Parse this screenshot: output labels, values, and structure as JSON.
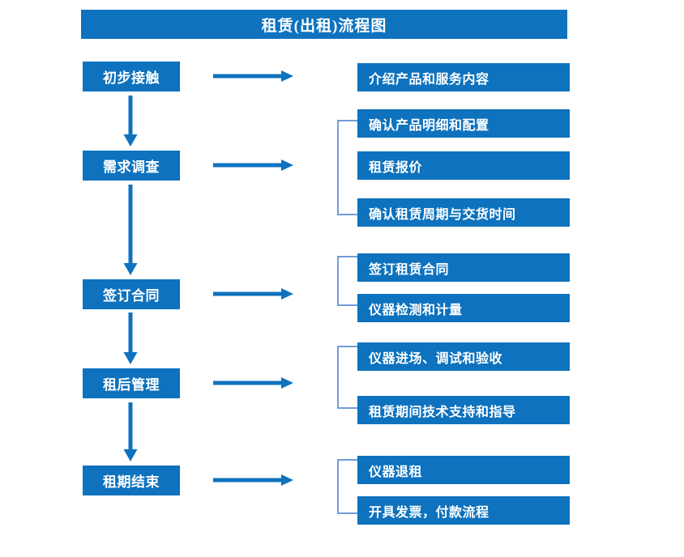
{
  "diagram": {
    "title": "租赁(出租)流程图",
    "colors": {
      "primary_blue": "#0E72BE",
      "bracket_blue": "#6D9EDA",
      "text_white": "#FFFFFF",
      "background": "#FFFFFF"
    },
    "stages": [
      {
        "id": "stage-1",
        "label": "初步接触",
        "details": [
          "介绍产品和服务内容"
        ]
      },
      {
        "id": "stage-2",
        "label": "需求调查",
        "details": [
          "确认产品明细和配置",
          "租赁报价",
          "确认租赁周期与交货时间"
        ]
      },
      {
        "id": "stage-3",
        "label": "签订合同",
        "details": [
          "签订租赁合同",
          "仪器检测和计量"
        ]
      },
      {
        "id": "stage-4",
        "label": "租后管理",
        "details": [
          "仪器进场、调试和验收",
          "租赁期间技术支持和指导"
        ]
      },
      {
        "id": "stage-5",
        "label": "租期结束",
        "details": [
          "仪器退租",
          "开具发票，付款流程"
        ]
      }
    ],
    "details_flat": [
      "介绍产品和服务内容",
      "确认产品明细和配置",
      "租赁报价",
      "确认租赁周期与交货时间",
      "签订租赁合同",
      "仪器检测和计量",
      "仪器进场、调试和验收",
      "租赁期间技术支持和指导",
      "仪器退租",
      "开具发票，付款流程"
    ],
    "connectors": {
      "horizontal_arrow_count": 5,
      "vertical_arrow_count": 4,
      "bracket_count": 4
    }
  }
}
